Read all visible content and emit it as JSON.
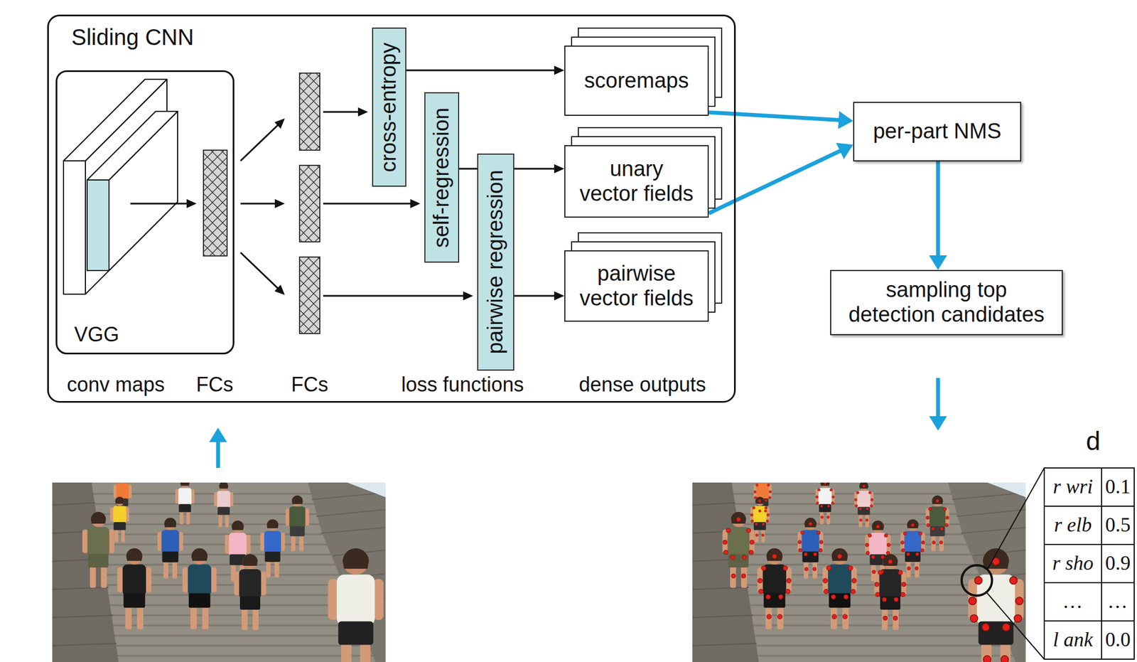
{
  "diagram": {
    "nodes": [
      {
        "text": [
          "Sliding CNN"
        ]
      },
      {
        "text": [
          "VGG"
        ],
        "in": 0
      },
      {
        "text": [
          "cross-entropy"
        ],
        "in": 0
      },
      {
        "text": [
          "self-regression"
        ],
        "in": 0
      },
      {
        "text": [
          "pairwise regression"
        ],
        "in": 0
      },
      {
        "text": [
          "scoremaps"
        ],
        "in": 0
      },
      {
        "text": [
          "unary vector fields"
        ],
        "in": 0
      },
      {
        "text": [
          "pairwise vector fields"
        ],
        "in": 0
      },
      {
        "text": [
          "per-part NMS"
        ]
      },
      {
        "text": [
          "sampling top detection candidates"
        ]
      }
    ],
    "edges": [
      {
        "from": 2,
        "to": 5,
        "arrow": "to"
      },
      {
        "from": 3,
        "to": 6,
        "arrow": "to"
      },
      {
        "from": 4,
        "to": 7,
        "arrow": "to"
      },
      {
        "from": 5,
        "to": 8,
        "arrow": "to"
      },
      {
        "from": 6,
        "to": 8,
        "arrow": "to"
      },
      {
        "from": 8,
        "to": 9,
        "arrow": "to"
      }
    ],
    "labels": [
      "conv maps",
      "FCs",
      "FCs",
      "loss functions",
      "dense outputs",
      "d",
      "r wri",
      "0.1",
      "r elb",
      "0.5",
      "r sho",
      "0.9",
      "…",
      "…",
      "l ank",
      "0.0"
    ]
  }
}
